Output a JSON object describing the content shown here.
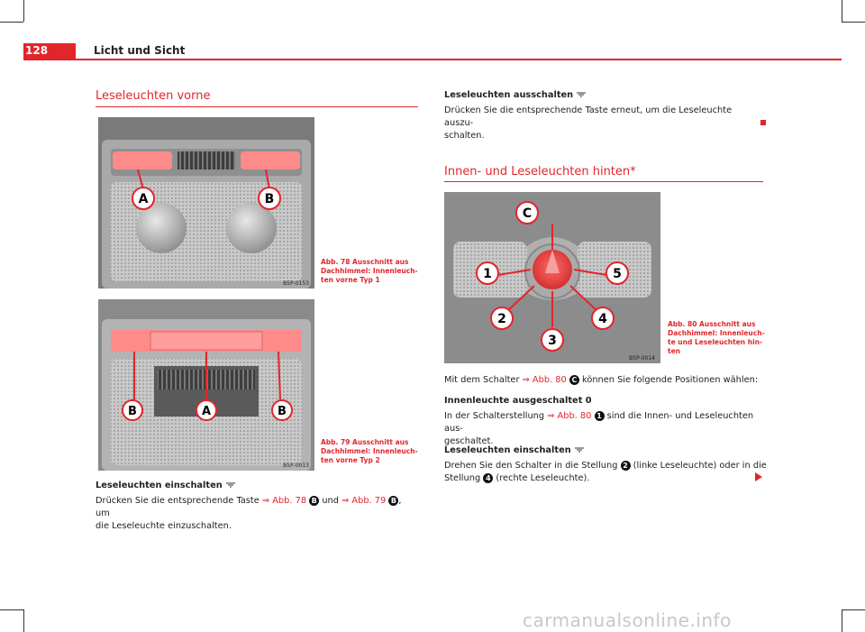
{
  "header": {
    "page_number": "128",
    "title": "Licht und Sicht"
  },
  "left": {
    "section_title": "Leseleuchten vorne",
    "fig78": {
      "code": "B5P-0153",
      "caption": "Abb. 78   Ausschnitt aus Dachhimmel: Innenleuch-ten vorne Typ 1",
      "labels": [
        "A",
        "B"
      ]
    },
    "fig79": {
      "code": "B5P-0013",
      "caption": "Abb. 79   Ausschnitt aus Dachhimmel: Innenleuch-ten vorne Typ 2",
      "labels": [
        "B",
        "A",
        "B"
      ]
    },
    "on_heading": "Leseleuchten einschalten",
    "on_text_1": "Drücken Sie die entsprechende Taste ",
    "on_ref_1": "⇒ Abb. 78",
    "on_label_1": "B",
    "on_text_2": " und ",
    "on_ref_2": "⇒ Abb. 79",
    "on_label_2": "B",
    "on_text_3": ", um",
    "on_text_4": "die Leseleuchte einzuschalten."
  },
  "right": {
    "off_heading": "Leseleuchten ausschalten",
    "off_text_1": "Drücken Sie die entsprechende Taste erneut, um die Leseleuchte auszu-",
    "off_text_2": "schalten.",
    "section_title": "Innen- und Leseleuchten hinten*",
    "fig80": {
      "code": "B5P-0014",
      "caption": "Abb. 80   Ausschnitt aus Dachhimmel: Innenleuch-te und Leseleuchten hin-ten",
      "labels": [
        "C",
        "1",
        "5",
        "2",
        "4",
        "3"
      ]
    },
    "intro_text_1": "Mit dem Schalter ",
    "intro_ref": "⇒ Abb. 80",
    "intro_label": "C",
    "intro_text_2": " können Sie folgende Positionen wählen:",
    "off_interior_heading": "Innenleuchte ausgeschaltet 0",
    "off_interior_text_1": "In der Schalterstellung ",
    "off_interior_ref": "⇒ Abb. 80",
    "off_interior_label": "1",
    "off_interior_text_2": " sind die Innen- und Leseleuchten aus-",
    "off_interior_text_3": "geschaltet.",
    "reading_on_heading": "Leseleuchten einschalten",
    "reading_on_text_1": "Drehen Sie den Schalter in die Stellung ",
    "reading_on_label_1": "2",
    "reading_on_text_2": " (linke Leseleuchte) oder in die",
    "reading_on_text_3": "Stellung ",
    "reading_on_label_2": "4",
    "reading_on_text_4": " (rechte Leseleuchte)."
  },
  "watermark": "carmanualsonline.info",
  "colors": {
    "accent": "#e2252b",
    "text": "#222222"
  }
}
